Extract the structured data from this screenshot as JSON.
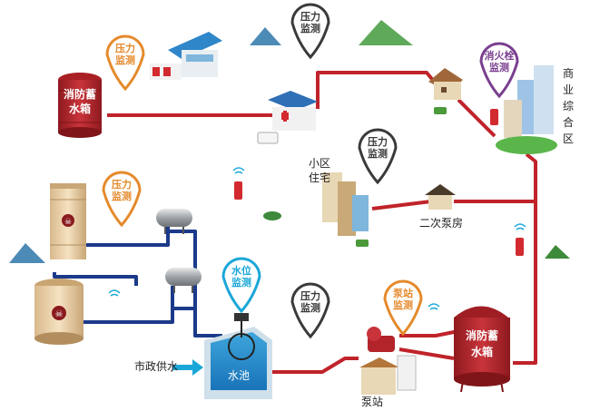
{
  "tanks": {
    "top_left": "消防蓄\n水箱",
    "bottom_right": "消防蓄\n水箱",
    "pool": "水池"
  },
  "pins": {
    "pressure_top_left": "压力\n监测",
    "pressure_top_center": "压力\n监测",
    "hydrant": "消火栓\n监测",
    "pressure_residential": "压力\n监测",
    "pressure_left_mid": "压力\n监测",
    "water_level": "水位\n监测",
    "pressure_bottom_center": "压力\n监测",
    "pump_station": "泵站\n监测"
  },
  "labels": {
    "residential": "小区\n住宅",
    "commercial": "商业综合区",
    "booster_room": "二次泵房",
    "municipal_supply": "市政供水",
    "pump_station": "泵站"
  },
  "colors": {
    "pipe_red": "#c0232a",
    "pipe_blue": "#1b3a8a",
    "pin_orange": "#e58a2c",
    "pin_dark": "#3a3a3a",
    "pin_cyan": "#1aa7d8",
    "pin_purple": "#7a3f8f",
    "tank_red": "#b3242a"
  }
}
